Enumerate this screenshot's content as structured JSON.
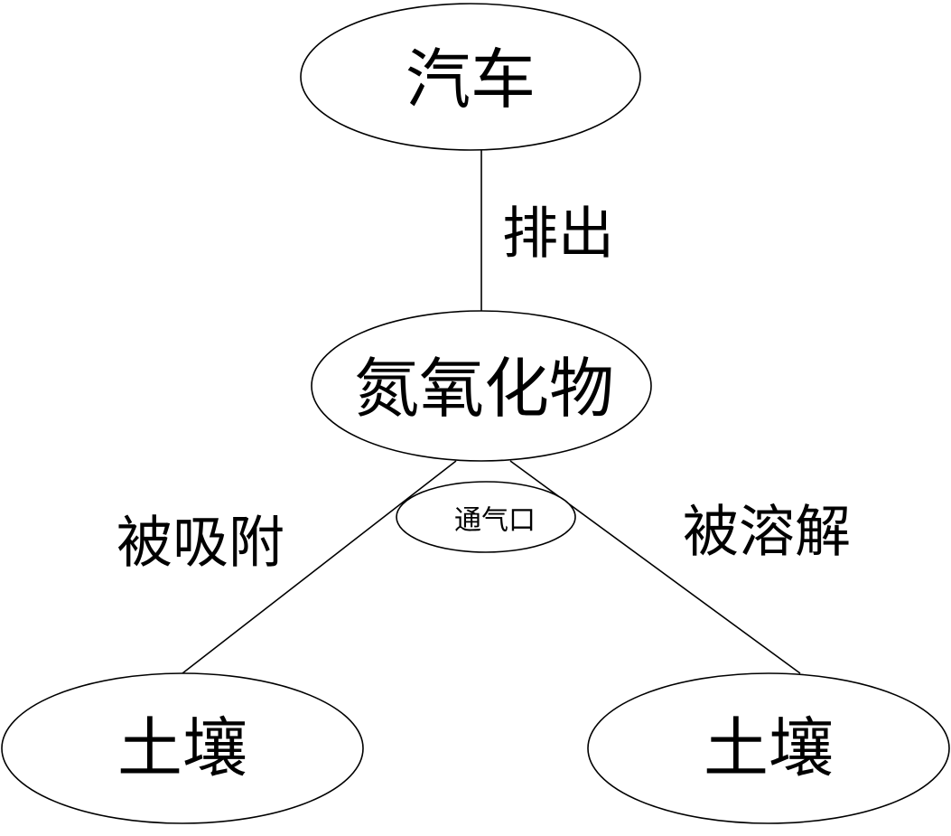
{
  "nodes": {
    "car": "汽车",
    "nitrogen_oxide": "氮氧化物",
    "vent": "通气口",
    "soil_left": "土壤",
    "soil_right": "土壤"
  },
  "edges": {
    "emit": "排出",
    "adsorbed": "被吸附",
    "dissolved": "被溶解"
  },
  "colors": {
    "stroke": "#000000",
    "background": "#ffffff"
  }
}
